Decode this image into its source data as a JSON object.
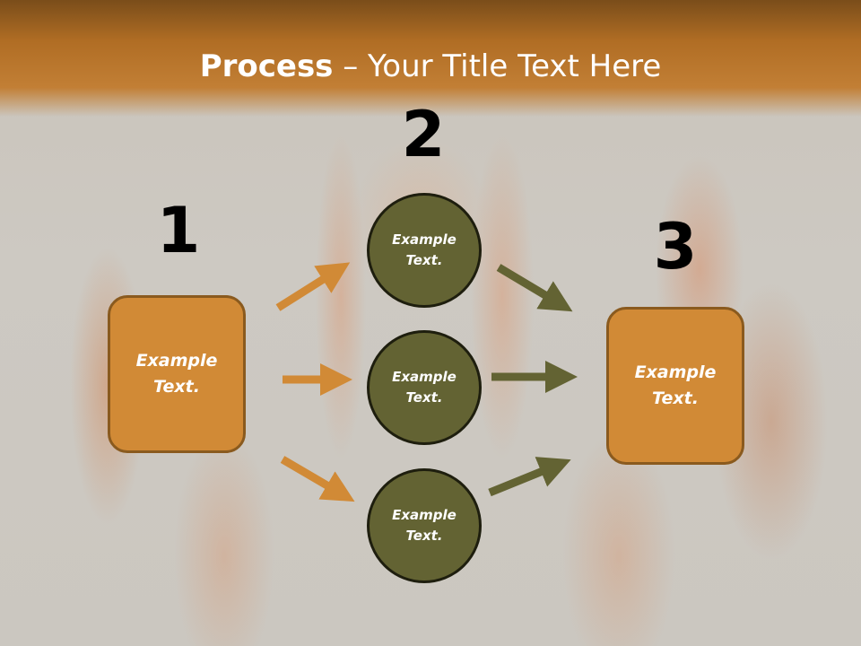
{
  "slide": {
    "title_bold": "Process",
    "title_rest": " – Your Title Text Here"
  },
  "steps": {
    "step1_number": "1",
    "step2_number": "2",
    "step3_number": "3"
  },
  "nodes": {
    "left_box": "Example\nText.",
    "circle_top": "Example\nText.",
    "circle_middle": "Example\nText.",
    "circle_bottom": "Example\nText.",
    "right_box": "Example\nText."
  },
  "colors": {
    "orange": "#d18a36",
    "olive": "#636333",
    "title_bar": "#b06d24"
  }
}
